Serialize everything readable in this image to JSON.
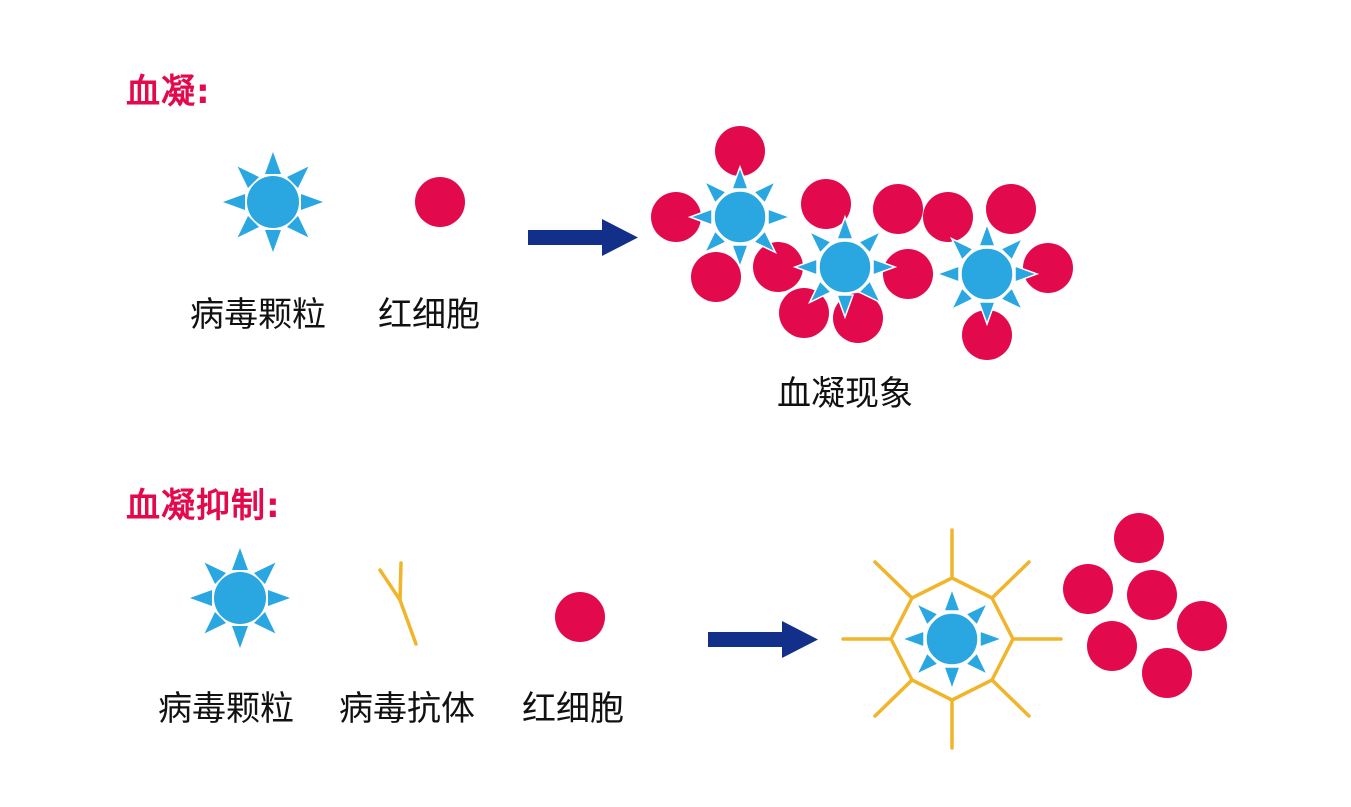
{
  "colors": {
    "heading": "#e3094d",
    "red_cell": "#e3094d",
    "virus_core": "#2aa7e0",
    "arrow": "#123089",
    "antibody": "#f1b52c",
    "text": "#111111"
  },
  "icons": [
    "virus-particle-icon",
    "red-blood-cell-icon",
    "antibody-icon",
    "arrow-right-icon"
  ],
  "hemagglutination": {
    "heading": "血凝:",
    "virus_label": "病毒颗粒",
    "rbc_label": "红细胞",
    "result_label": "血凝现象"
  },
  "inhibition": {
    "heading": "血凝抑制:",
    "virus_label": "病毒颗粒",
    "antibody_label": "病毒抗体",
    "rbc_label": "红细胞"
  }
}
